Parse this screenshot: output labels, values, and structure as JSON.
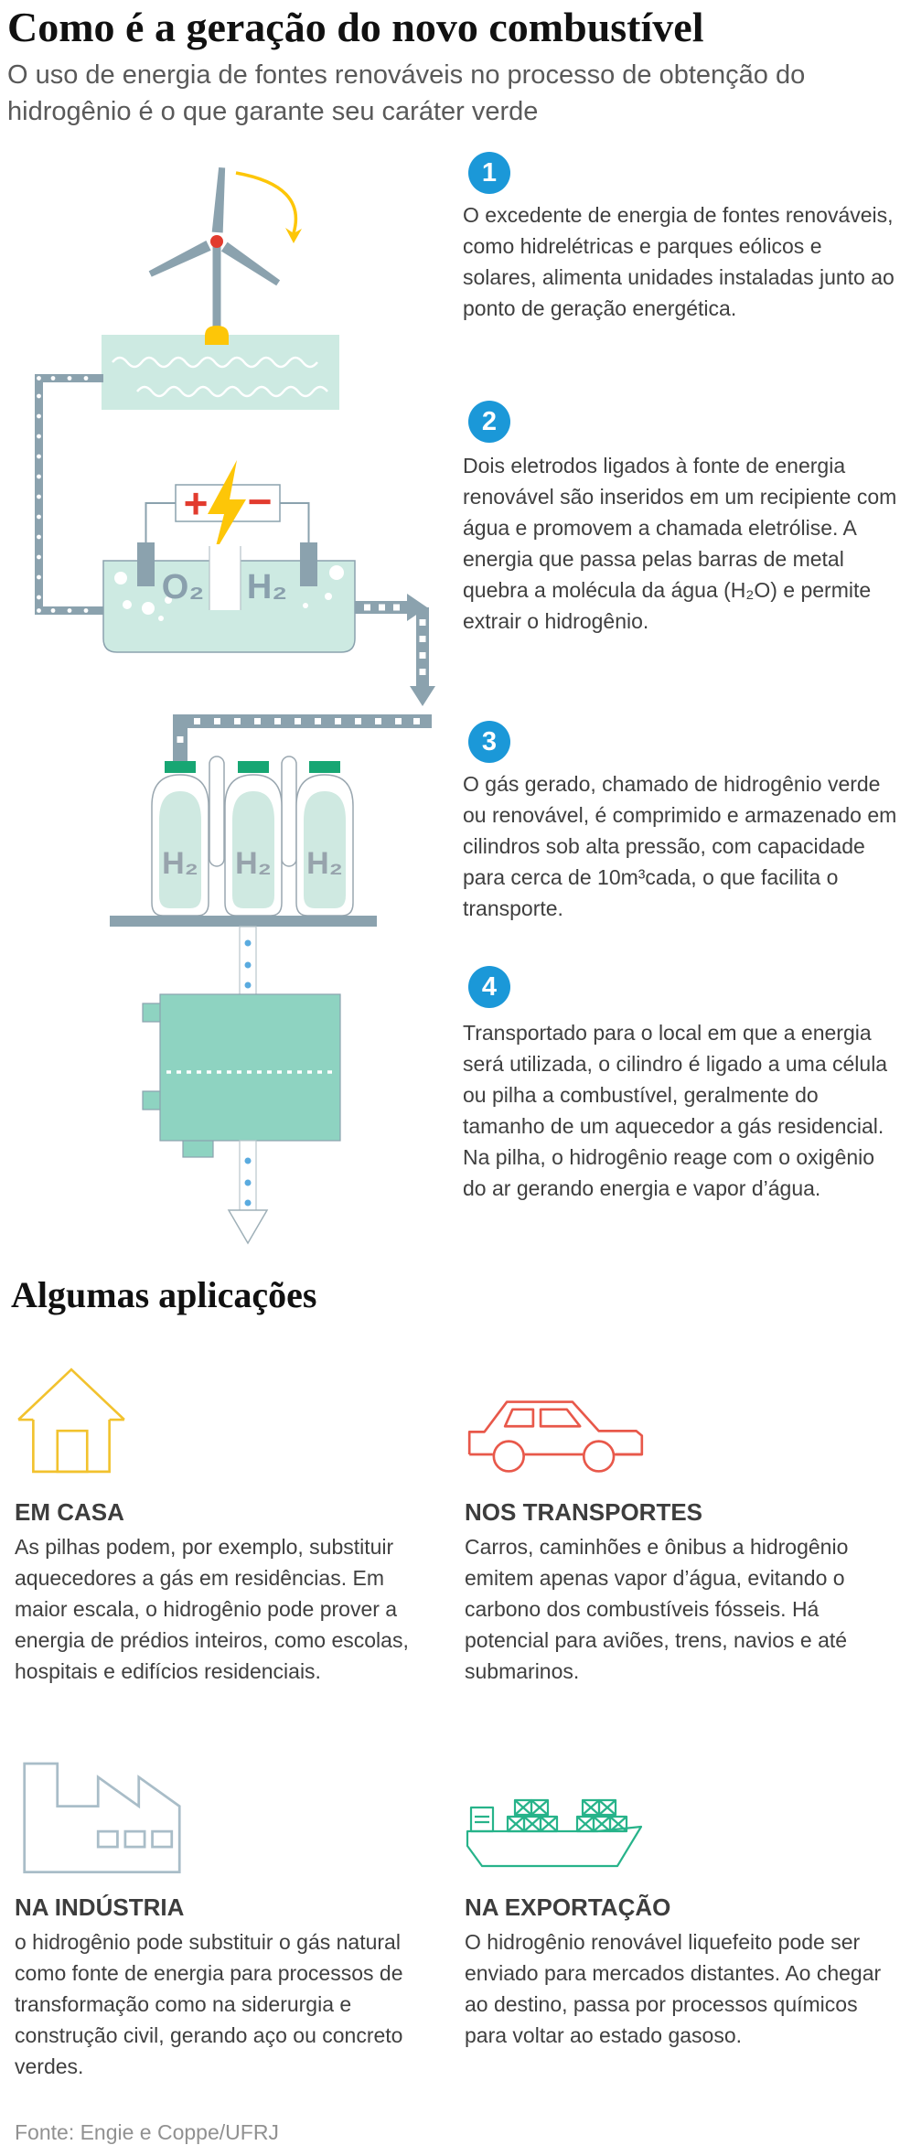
{
  "page": {
    "title": "Como é a geração do novo combustível",
    "subtitle": "O uso de energia de fontes renováveis no processo de obtenção do hidrogênio é o que garante seu caráter verde",
    "footer": "Fonte: Engie e Coppe/UFRJ"
  },
  "steps": [
    {
      "number": "1",
      "text": " O excedente de energia de fontes renováveis, como hidrelétricas e parques eólicos e solares, alimenta unidades instaladas junto ao ponto de geração energética."
    },
    {
      "number": "2",
      "text": "Dois eletrodos ligados à fonte de energia renovável são inseridos em um recipiente com água e promovem a chamada eletrólise. A energia que passa pelas barras de metal quebra a molécula da água (H₂O) e permite extrair o hidrogênio."
    },
    {
      "number": "3",
      "text": "O gás gerado, chamado de hidrogênio verde ou renovável, é comprimido e armazenado em cilindros sob alta pressão, com capacidade para cerca de 10m³cada, o que facilita o transporte."
    },
    {
      "number": "4",
      "text": "Transportado para o local em que a energia será utilizada, o cilindro é ligado a uma célula ou pilha a combustível, geralmente do tamanho de um aquecedor a gás residencial. Na pilha, o hidrogênio reage com o oxigênio do ar gerando energia e vapor d’água."
    }
  ],
  "diagram": {
    "battery_plus": "+",
    "battery_minus": "−",
    "oxygen_label": "O₂",
    "hydrogen_label": "H₂",
    "cylinder_labels": [
      "H₂",
      "H₂",
      "H₂"
    ]
  },
  "applications": {
    "heading": "Algumas aplicações",
    "items": [
      {
        "title": "EM CASA",
        "icon": "house-icon",
        "text": "As pilhas podem, por exemplo, substituir aquecedores a gás em residências. Em maior escala, o hidrogênio pode prover a energia de prédios inteiros, como escolas, hospitais e edifícios residenciais."
      },
      {
        "title": "NOS TRANSPORTES",
        "icon": "car-icon",
        "text": "Carros, caminhões e ônibus a hidrogênio emitem apenas vapor d’água, evitando o carbono dos combustíveis fósseis. Há potencial para aviões, trens, navios e até submarinos."
      },
      {
        "title": "NA INDÚSTRIA",
        "icon": "factory-icon",
        "text": "o hidrogênio pode substituir o gás natural como fonte de energia para processos de transformação como na siderurgia e construção civil, gerando aço ou concreto verdes."
      },
      {
        "title": "NA EXPORTAÇÃO",
        "icon": "ship-icon",
        "text": "O hidrogênio renovável liquefeito pode ser enviado para mercados distantes. Ao chegar ao destino, passa por processos químicos para voltar ao estado gasoso."
      }
    ]
  },
  "colors": {
    "step_badge_blue": "#1b98d8",
    "water_teal_light": "#cdeae2",
    "fuel_cell_teal": "#8ed3c1",
    "pipe_gray": "#8ba2ae",
    "bolt_yellow": "#fdc608",
    "hub_red": "#e23b2e",
    "cap_green": "#17a673",
    "house_yellow": "#f2c22e",
    "car_red": "#e8584a",
    "factory_gray": "#a9bdc8",
    "ship_green": "#27b38a"
  }
}
